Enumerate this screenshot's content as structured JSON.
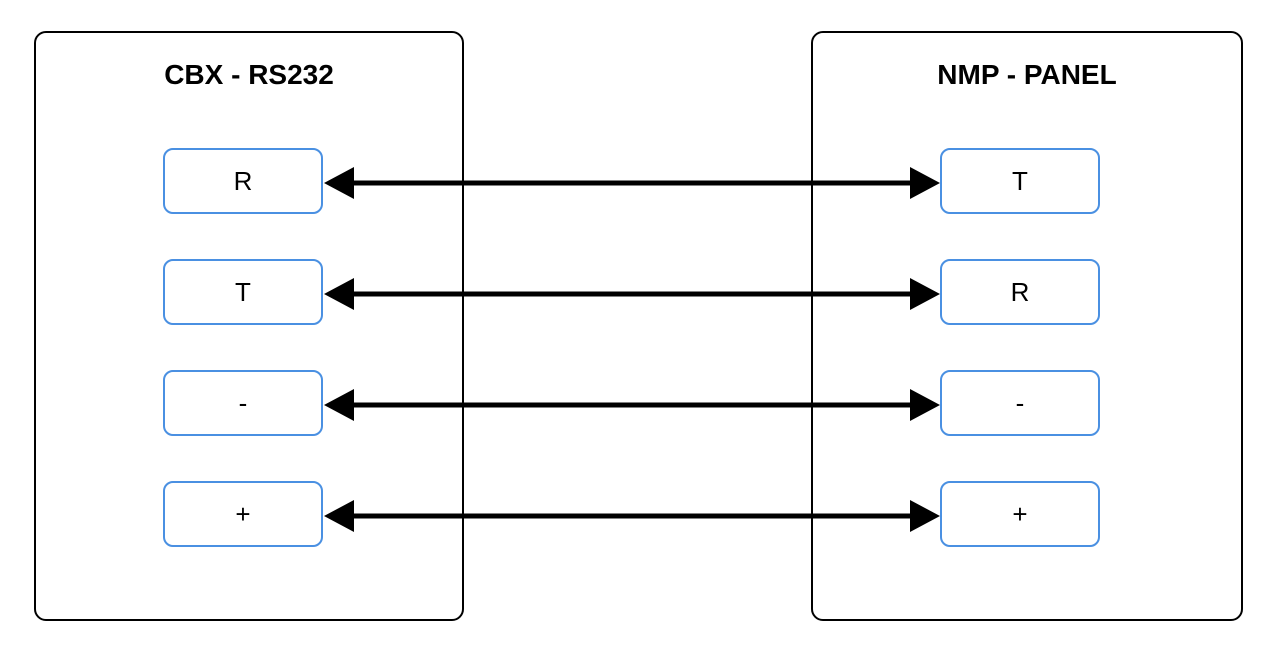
{
  "left_device": {
    "title": "CBX - RS232",
    "terminals": [
      "R",
      "T",
      "-",
      "+"
    ]
  },
  "right_device": {
    "title": "NMP - PANEL",
    "terminals": [
      "T",
      "R",
      "-",
      "+"
    ]
  },
  "connections": [
    {
      "from": "R",
      "to": "T",
      "arrow": "bidirectional"
    },
    {
      "from": "T",
      "to": "R",
      "arrow": "bidirectional"
    },
    {
      "from": "-",
      "to": "-",
      "arrow": "bidirectional"
    },
    {
      "from": "+",
      "to": "+",
      "arrow": "bidirectional"
    }
  ],
  "colors": {
    "panel_border": "#000000",
    "terminal_border": "#4a90e2",
    "wire": "#000000"
  }
}
